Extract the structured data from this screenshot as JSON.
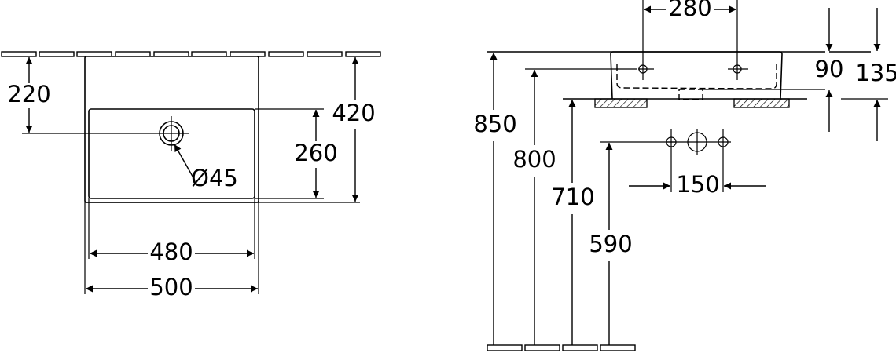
{
  "drawing": {
    "top_view": {
      "dims": {
        "drain_offset": "220",
        "bowl_depth": "260",
        "total_depth": "420",
        "bowl_width": "480",
        "total_width": "500",
        "drain_diameter": "Ø45"
      }
    },
    "side_view": {
      "dims": {
        "tap_spacing": "280",
        "bowl_height": "90",
        "total_height": "135",
        "top_height": "850",
        "tap_height": "800",
        "counter_height": "710",
        "supply_height": "590",
        "supply_spacing": "150"
      }
    }
  }
}
